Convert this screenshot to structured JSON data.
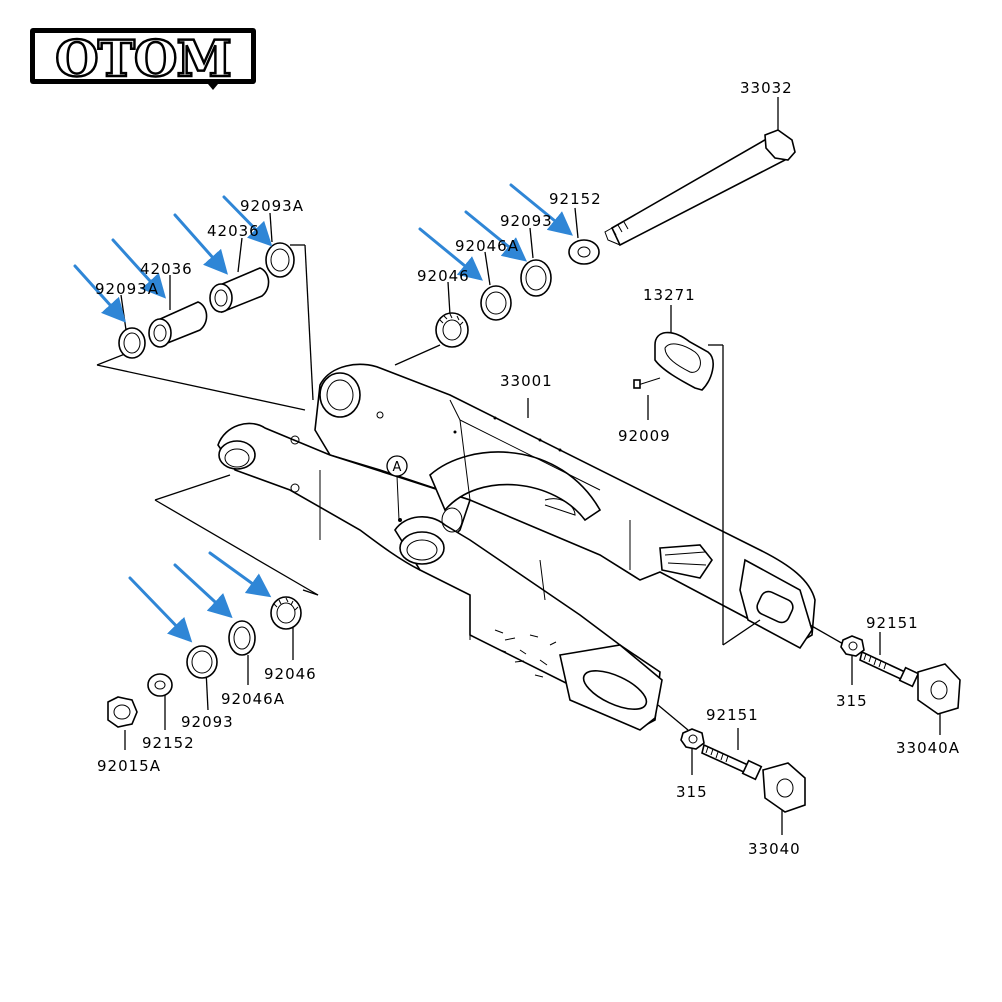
{
  "logo": {
    "text": "OTOM"
  },
  "callout": "A",
  "labels": {
    "p33032": "33032",
    "p92093A_top": "92093A",
    "p92152_top": "92152",
    "p42036_a": "42036",
    "p42036_b": "42036",
    "p92046A_top": "92046A",
    "p92093_top": "92093",
    "p92093A_left": "92093A",
    "p92046_top": "92046",
    "p13271": "13271",
    "p33001": "33001",
    "p92009": "92009",
    "p92151_right": "92151",
    "p315_right": "315",
    "p33040A": "33040A",
    "p92046_bottom": "92046",
    "p92046A_bottom": "92046A",
    "p92093_bottom": "92093",
    "p92152_bottom": "92152",
    "p92015A": "92015A",
    "p92151_bottom": "92151",
    "p315_bottom": "315",
    "p33040": "33040"
  },
  "colors": {
    "arrow": "#2f86d6",
    "line": "#000000",
    "background": "#ffffff"
  }
}
